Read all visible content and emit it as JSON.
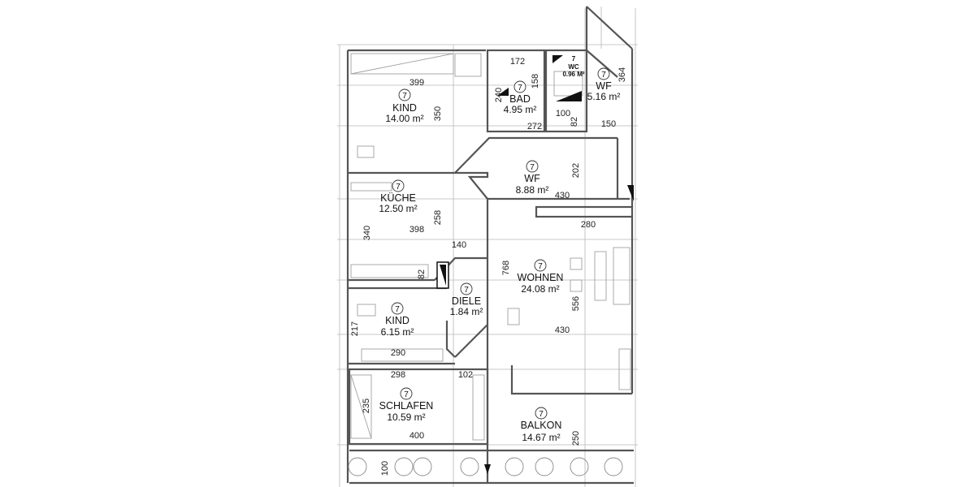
{
  "rooms": {
    "kind1": {
      "num": "7",
      "name": "KIND",
      "area": "14.00 m²"
    },
    "bad": {
      "num": "7",
      "name": "BAD",
      "area": "4.95 m²"
    },
    "wc": {
      "num": "7",
      "name": "WC",
      "area": "0.96 M²"
    },
    "wf1": {
      "num": "7",
      "name": "WF",
      "area": "5.16 m²"
    },
    "wf2": {
      "num": "7",
      "name": "WF",
      "area": "8.88 m²"
    },
    "kueche": {
      "num": "7",
      "name": "KÜCHE",
      "area": "12.50 m²"
    },
    "wohnen": {
      "num": "7",
      "name": "WOHNEN",
      "area": "24.08 m²"
    },
    "diele": {
      "num": "7",
      "name": "DIELE",
      "area": "1.84 m²"
    },
    "kind2": {
      "num": "7",
      "name": "KIND",
      "area": "6.15 m²"
    },
    "schlafen": {
      "num": "7",
      "name": "SCHLAFEN",
      "area": "10.59 m²"
    },
    "balkon": {
      "num": "7",
      "name": "BALKON",
      "area": "14.67 m²"
    }
  },
  "dims": {
    "d399": "399",
    "d350": "350",
    "d172": "172",
    "d158": "158",
    "d240": "240",
    "d100a": "100",
    "d272": "272",
    "d82a": "82",
    "d150": "150",
    "d364": "364",
    "d202": "202",
    "d430a": "430",
    "d280": "280",
    "d258": "258",
    "d398": "398",
    "d340": "340",
    "d140": "140",
    "d82b": "82",
    "d768": "768",
    "d556": "556",
    "d430b": "430",
    "d217": "217",
    "d290": "290",
    "d298": "298",
    "d102": "102",
    "d235": "235",
    "d400": "400",
    "d250": "250",
    "d100b": "100"
  }
}
